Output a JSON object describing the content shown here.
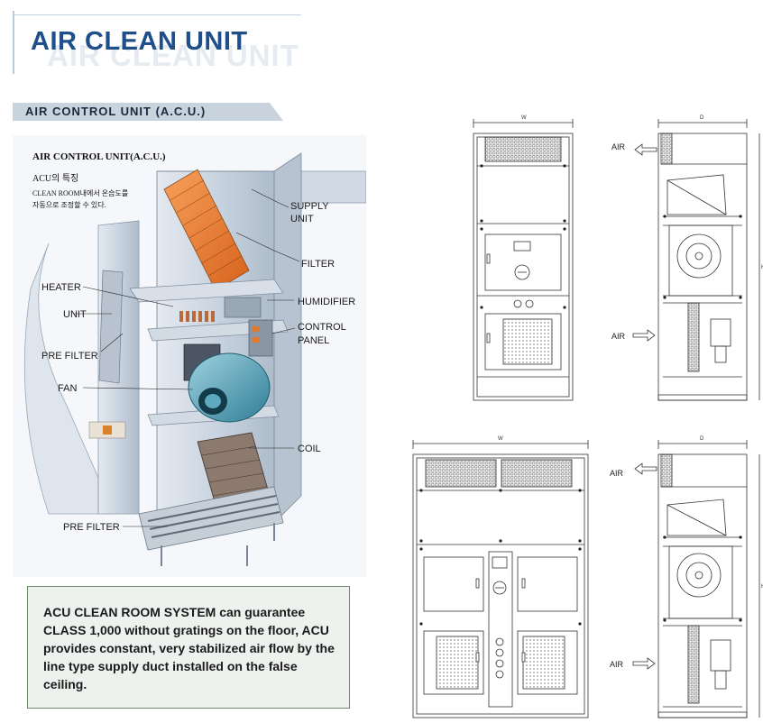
{
  "header": {
    "title": "AIR CLEAN UNIT",
    "title_shadow": "AIR CLEAN UNIT"
  },
  "section": {
    "title": "AIR CONTROL UNIT (A.C.U.)"
  },
  "illustration": {
    "heading": "AIR CONTROL UNIT(A.C.U.)",
    "subheading": "ACU의 특징",
    "desc_line1": "CLEAN ROOM내에서 온습도를",
    "desc_line2": "자동으로 조정할 수 있다.",
    "labels": {
      "supply_unit_1": "SUPPLY",
      "supply_unit_2": "UNIT",
      "filter": "FILTER",
      "heater": "HEATER",
      "humidifier": "HUMIDIFIER",
      "unit": "UNIT",
      "control_panel_1": "CONTROL",
      "control_panel_2": "PANEL",
      "pre_filter_top": "PRE FILTER",
      "fan": "FAN",
      "coil": "COIL",
      "pre_filter_bottom": "PRE FILTER"
    }
  },
  "info": {
    "text": "ACU CLEAN ROOM SYSTEM can guarantee CLASS 1,000 without gratings on the floor, ACU provides constant, very stabilized air flow by the line type supply duct installed on the false ceiling."
  },
  "drawings": {
    "top_front_width": "W",
    "top_side_depth": "D",
    "top_side_height": "H",
    "bottom_front_width": "W",
    "bottom_side_depth": "D",
    "bottom_side_height": "H",
    "air_out_top": "AIR",
    "air_in_top": "AIR",
    "air_out_bottom": "AIR",
    "air_in_bottom": "AIR"
  },
  "colors": {
    "title": "#1f4f8a",
    "section_bar": "#c9d3de",
    "info_border": "#6a8a6a",
    "filter_orange": "#e8782a",
    "fan_blue": "#4f9fb8"
  }
}
